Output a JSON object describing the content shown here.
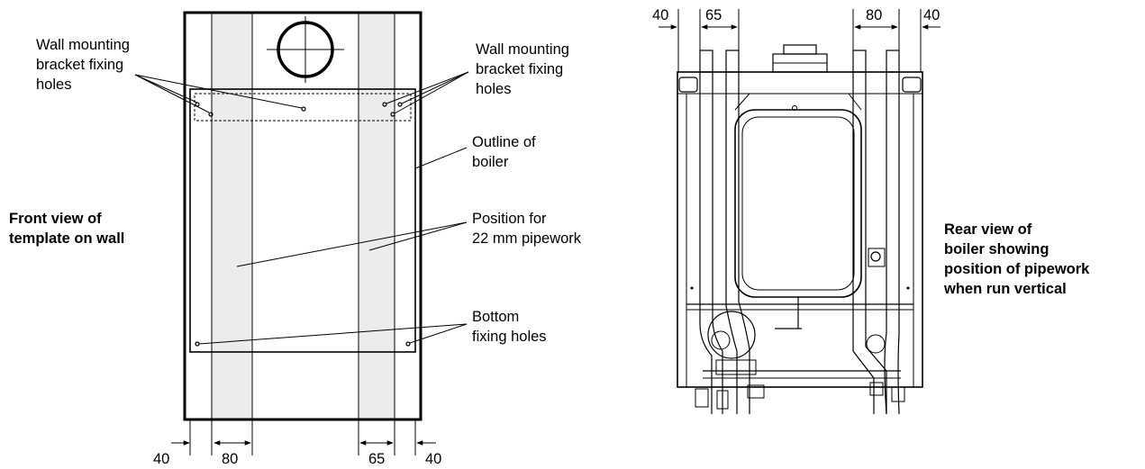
{
  "front": {
    "title": [
      "Front view of",
      "template on wall"
    ],
    "labels": {
      "wall_left": [
        "Wall mounting",
        "bracket fixing",
        "holes"
      ],
      "wall_right": [
        "Wall mounting",
        "bracket fixing",
        "holes"
      ],
      "outline": [
        "Outline of",
        "boiler"
      ],
      "position": [
        "Position for",
        "22 mm pipework"
      ],
      "bottom": [
        "Bottom",
        "fixing holes"
      ]
    },
    "dims_bottom": [
      "40",
      "80",
      "65",
      "40"
    ]
  },
  "rear": {
    "title": [
      "Rear view of",
      "boiler showing",
      "position of pipework",
      "when run vertical"
    ],
    "dims_top": [
      "40",
      "65",
      "80",
      "40"
    ]
  },
  "colors": {
    "pipe_band": "#ececec",
    "line": "#000000"
  }
}
